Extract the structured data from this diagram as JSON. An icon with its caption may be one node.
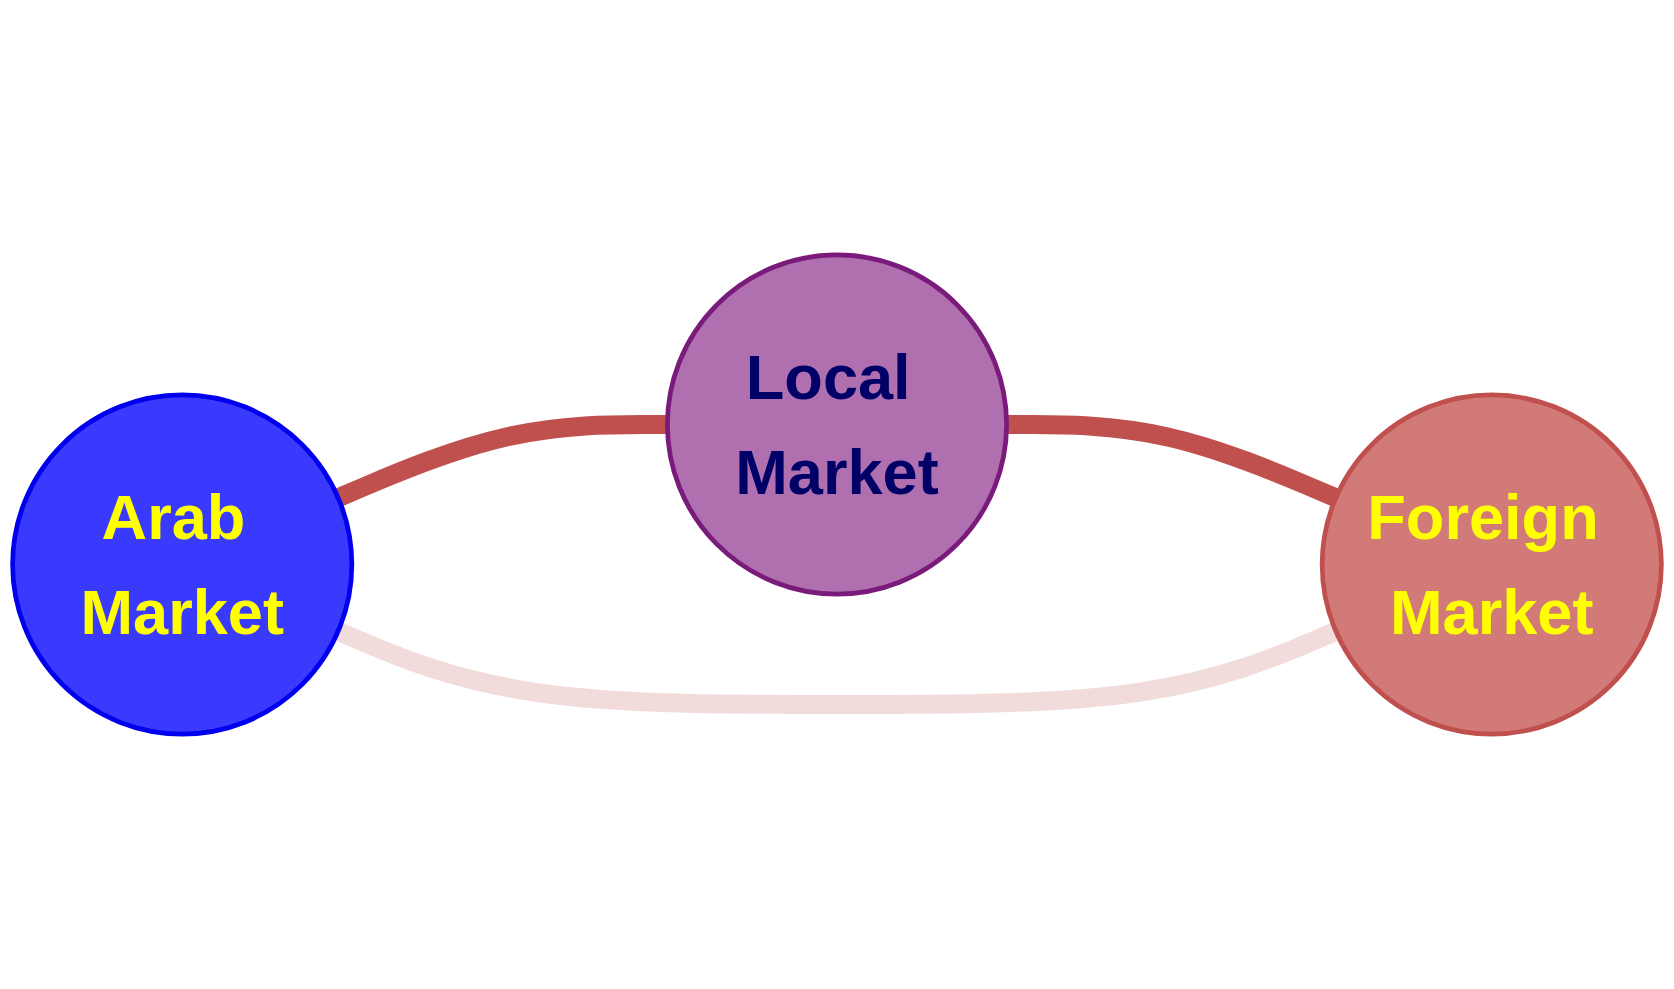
{
  "diagram": {
    "nodes": [
      {
        "text": [
          "Arab Market"
        ]
      },
      {
        "text": [
          "Local Market"
        ]
      },
      {
        "text": [
          "Foreign Market"
        ]
      }
    ],
    "edges": [
      {
        "from": 0,
        "to": 1,
        "arrow": "none"
      },
      {
        "from": 1,
        "to": 2,
        "arrow": "none"
      },
      {
        "from": 2,
        "to": 0,
        "arrow": "none",
        "color": "#f2dcdb"
      }
    ]
  }
}
